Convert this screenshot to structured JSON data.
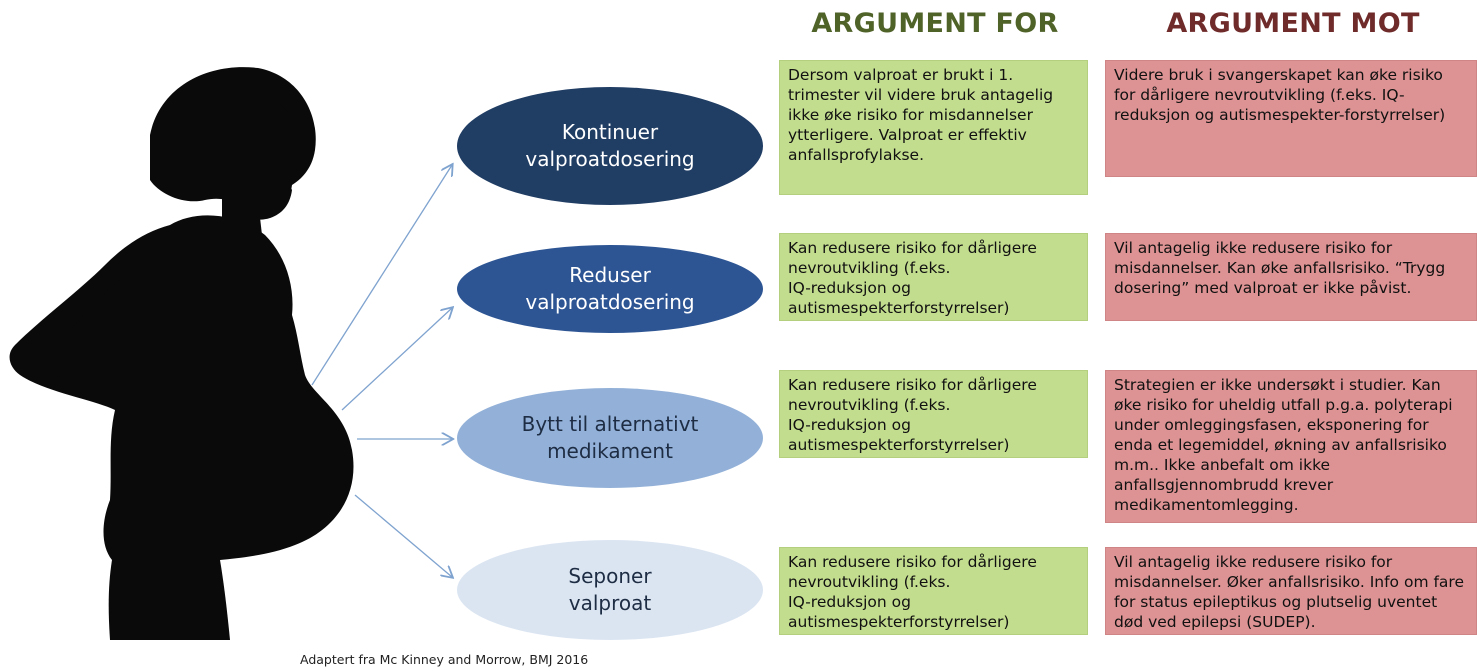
{
  "headers": {
    "for": "ARGUMENT FOR",
    "mot": "ARGUMENT MOT"
  },
  "options": [
    {
      "label": "Kontinuer\nvalproatdosering",
      "pro": "Dersom valproat er brukt i 1. trimester vil  videre bruk antagelig ikke øke risiko for misdannelser ytterligere. Valproat er effektiv anfallsprofylakse.",
      "con": "Videre bruk i svangerskapet kan øke risiko for dårligere nevroutvikling (f.eks. IQ-reduksjon og autismespekter-forstyrrelser)"
    },
    {
      "label": "Reduser\nvalproatdosering",
      "pro": "Kan redusere risiko for dårligere nevroutvikling (f.eks.\nIQ-reduksjon og autismespekterforstyrrelser)",
      "con": "Vil antagelig ikke redusere risiko for misdannelser. Kan øke anfallsrisiko. “Trygg dosering” med valproat er ikke påvist."
    },
    {
      "label": "Bytt til alternativt\nmedikament",
      "pro": "Kan redusere risiko for dårligere nevroutvikling (f.eks.\nIQ-reduksjon og autismespekterforstyrrelser)",
      "con": "Strategien er ikke undersøkt i studier. Kan øke risiko for uheldig utfall p.g.a. polyterapi under omleggingsfasen, eksponering for enda et legemiddel, økning av anfallsrisiko m.m.. Ikke anbefalt om ikke anfallsgjennombrudd krever medikamentomlegging."
    },
    {
      "label": "Seponer\nvalproat",
      "pro": "Kan redusere risiko for dårligere nevroutvikling (f.eks.\nIQ-reduksjon og autismespekterforstyrrelser)",
      "con": "Vil antagelig ikke redusere risiko for misdannelser. Øker anfallsrisiko. Info om fare for status epileptikus og plutselig uventet død ved epilepsi (SUDEP)."
    }
  ],
  "source": "Adaptert fra Mc Kinney and Morrow, BMJ 2016",
  "colors": {
    "header_for": "#4f6228",
    "header_mot": "#6f2a2a",
    "pro_box": "#c3dd8e",
    "con_box": "#dd9393",
    "option_1": "#203d64",
    "option_2": "#2d5594",
    "option_3": "#93b1d8",
    "option_4": "#dbe5f2",
    "arrow": "#7fa3cf",
    "silhouette": "#0a0a0a"
  },
  "image": {
    "silhouette": "silhouette of a pregnant woman in profile"
  }
}
